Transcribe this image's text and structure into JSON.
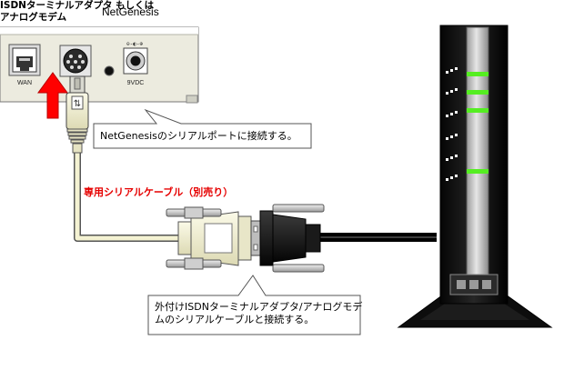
{
  "device": {
    "title": "NetGenesis",
    "ports": [
      "WAN",
      "9VDC"
    ]
  },
  "callouts": {
    "serial_port": "NetGenesisのシリアルポートに接続する。",
    "adapter_connect": "外付けISDNターミナルアダプタ/アナログモデムのシリアルケーブルと接続する。"
  },
  "cable_label": "専用シリアルケーブル（別売り）",
  "adapter_caption": "ISDNターミナルアダプタ もしくはアナログモデム",
  "colors": {
    "arrow": "#ff0000",
    "cable_label": "#e60000",
    "led": "#55ee22",
    "cable_cream": "#f4f2d2",
    "connector_dark": "#222222"
  }
}
